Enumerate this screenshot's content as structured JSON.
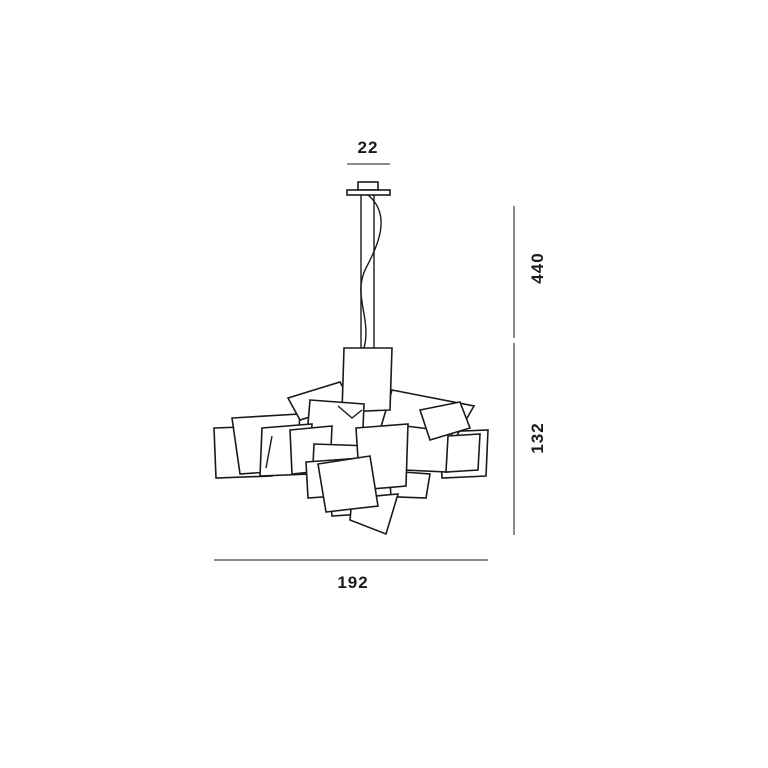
{
  "dimensions": {
    "top_width": "22",
    "cable_height": "440",
    "body_height": "132",
    "overall_width": "192"
  },
  "colors": {
    "line": "#1a1a1a",
    "background": "#ffffff"
  }
}
